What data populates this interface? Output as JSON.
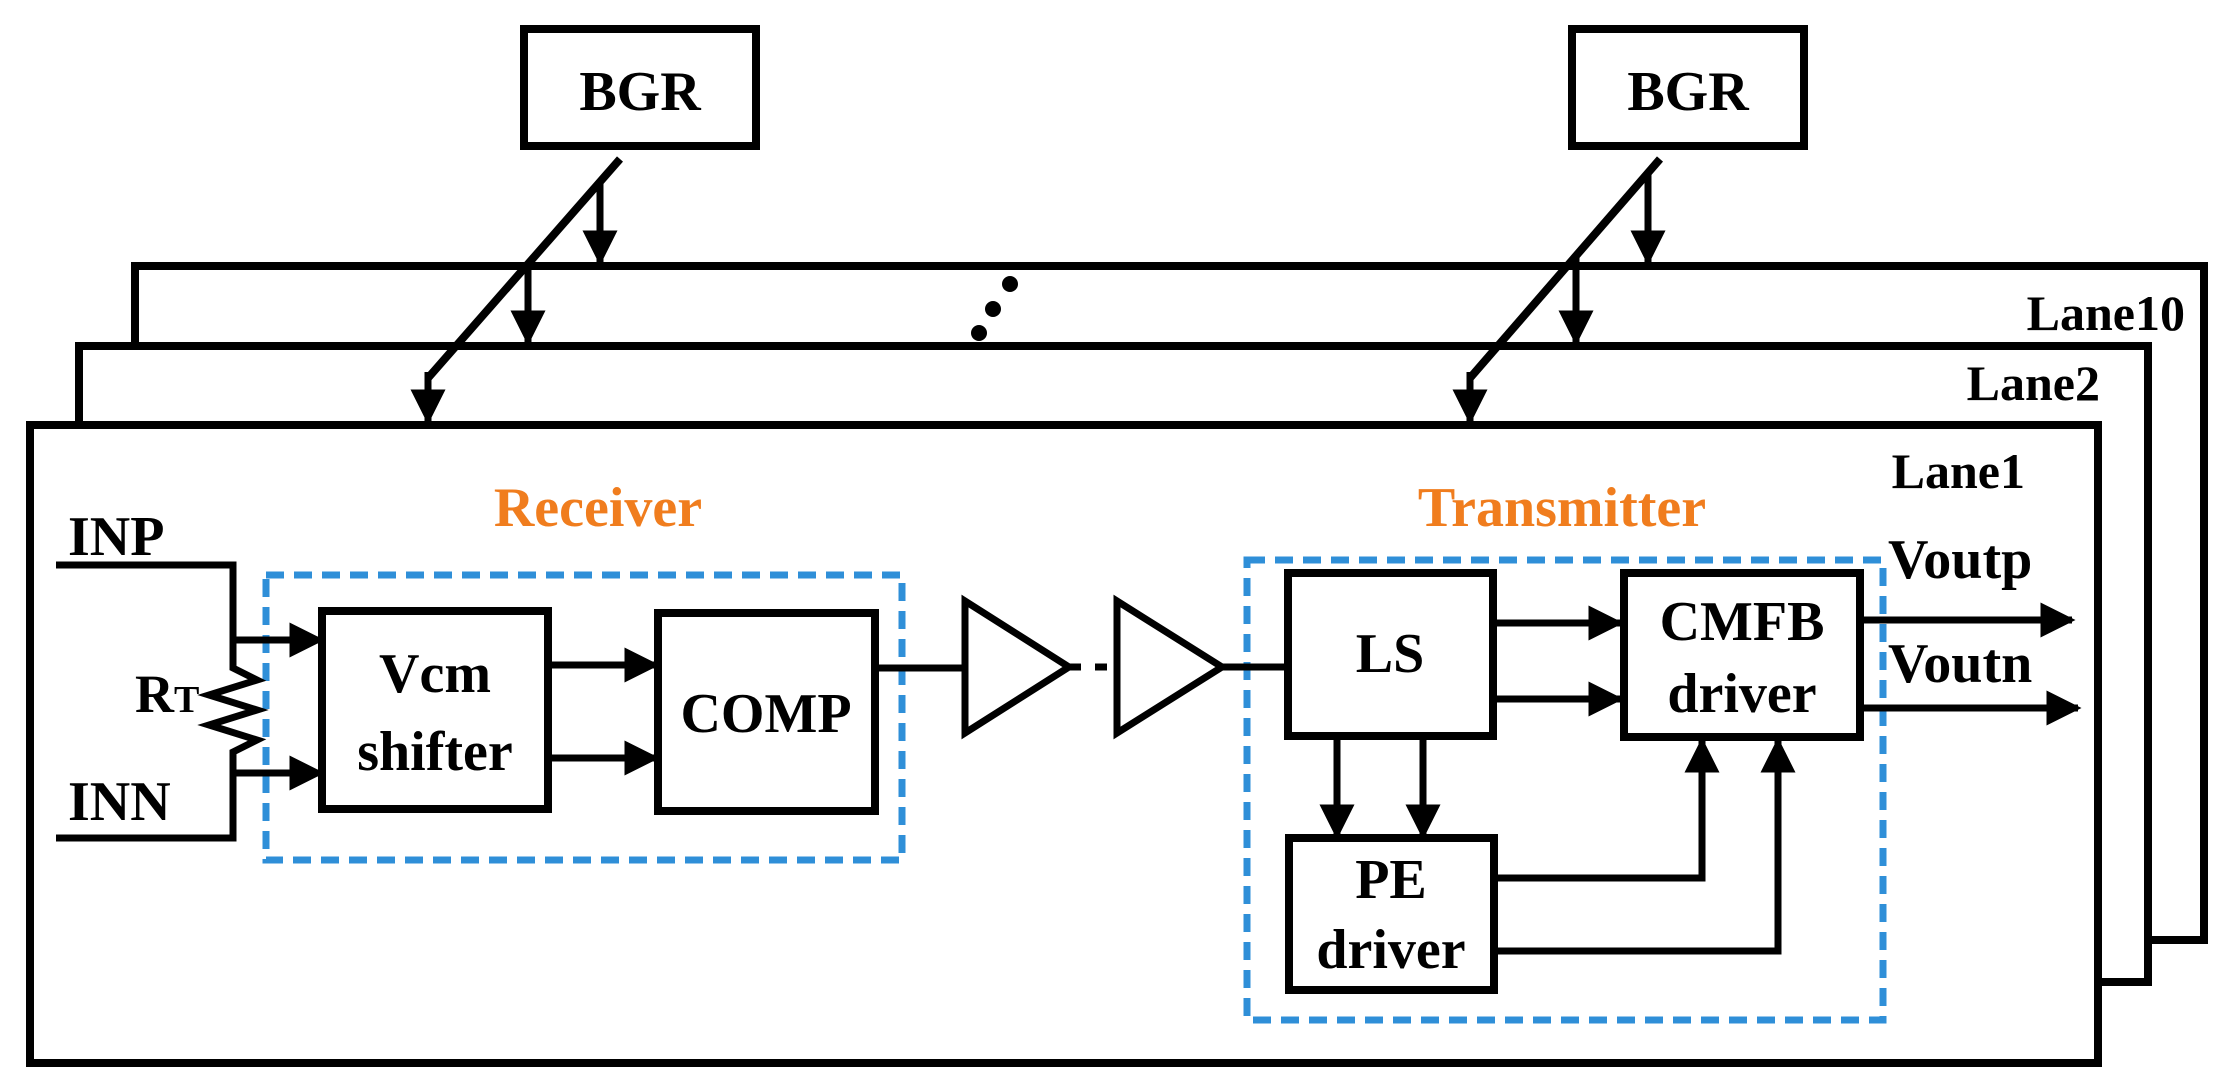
{
  "colors": {
    "stroke": "#000000",
    "dashed_box": "#2f8fd8",
    "section_label": "#f07d1e"
  },
  "bgr": {
    "left_label": "BGR",
    "right_label": "BGR"
  },
  "lanes": {
    "lane10": "Lane10",
    "lane2": "Lane2",
    "lane1": "Lane1"
  },
  "receiver": {
    "title": "Receiver",
    "vcm_line1": "Vcm",
    "vcm_line2": "shifter",
    "comp": "COMP"
  },
  "transmitter": {
    "title": "Transmitter",
    "ls": "LS",
    "cmfb_line1": "CMFB",
    "cmfb_line2": "driver",
    "pe_line1": "PE",
    "pe_line2": "driver"
  },
  "inputs": {
    "inp": "INP",
    "inn": "INN",
    "rt_main": "R",
    "rt_sub": "T"
  },
  "outputs": {
    "voutp": "Voutp",
    "voutn": "Voutn"
  }
}
